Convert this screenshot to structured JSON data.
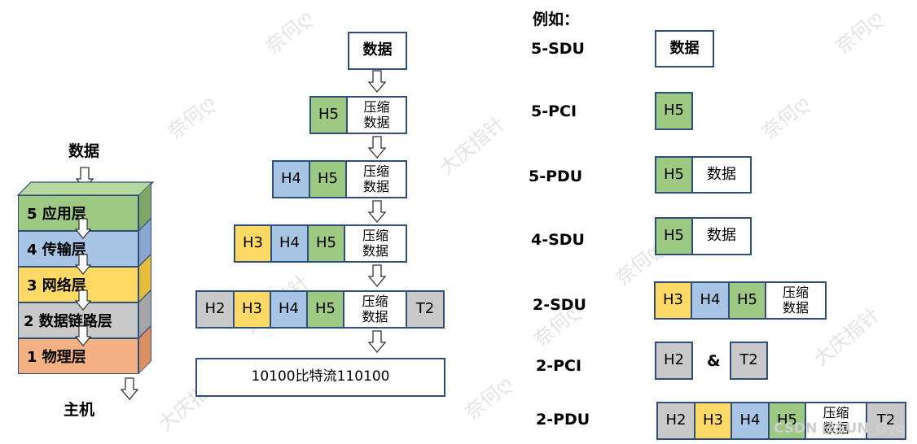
{
  "colors": {
    "green": "#9dc983",
    "blue": "#a9c5e6",
    "yellow": "#ffd966",
    "gray": "#c9c9c9",
    "orange": "#f4b183",
    "border": "#2f4f7a"
  },
  "stack": {
    "top_label": "数据",
    "bottom_label": "主机",
    "layers": [
      "5 应用层",
      "4 传输层",
      "3 网络层",
      "2 数据链路层",
      "1 物理层"
    ]
  },
  "flow": {
    "data": "数据",
    "h5": "H5",
    "h4": "H4",
    "h3": "H3",
    "h2": "H2",
    "t2": "T2",
    "compressed_line1": "压缩",
    "compressed_line2": "数据",
    "bitstream": "10100比特流110100"
  },
  "examples": {
    "heading": "例如：",
    "labels": [
      "5-SDU",
      "5-PCI",
      "5-PDU",
      "4-SDU",
      "2-SDU",
      "2-PCI",
      "2-PDU"
    ],
    "data": "数据",
    "amp": "&"
  },
  "watermark": {
    "csdn": "CSDN @SUN_Gyq",
    "wm1": "奈何ღ",
    "wm2": "大庆指针"
  }
}
